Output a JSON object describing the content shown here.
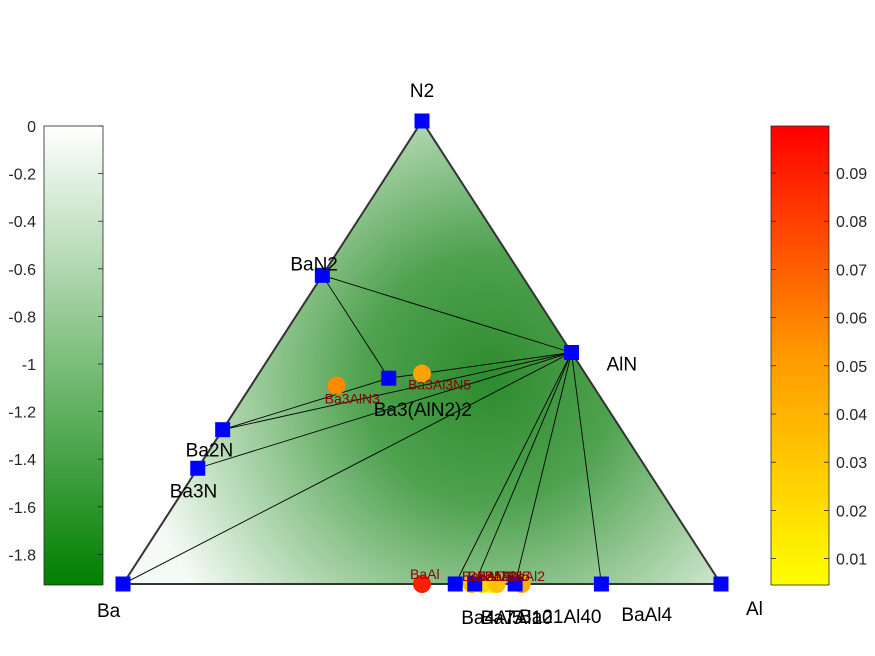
{
  "diagram": {
    "type": "ternary-phase-diagram",
    "corners": [
      "N2",
      "Ba",
      "Al"
    ],
    "energy_colorbar": {
      "ticks": [
        "0",
        "-0.2",
        "-0.4",
        "-0.6",
        "-0.8",
        "-1",
        "-1.2",
        "-1.4",
        "-1.6",
        "-1.8"
      ],
      "colors": {
        "top": "#ffffff",
        "bottom": "#008000"
      }
    },
    "hull_colorbar": {
      "ticks": [
        "0.09",
        "0.08",
        "0.07",
        "0.06",
        "0.05",
        "0.04",
        "0.03",
        "0.02",
        "0.01"
      ],
      "colors": {
        "top": "#ff0000",
        "middle": "#ff9900",
        "bottom": "#ffff00"
      }
    },
    "stable_phases": [
      {
        "label": "N2",
        "composition": {
          "Ba": 0,
          "Al": 0,
          "N": 1
        }
      },
      {
        "label": "BaN2",
        "composition": {
          "Ba": 0.3333,
          "Al": 0,
          "N": 0.6667
        }
      },
      {
        "label": "AlN",
        "composition": {
          "Ba": 0,
          "Al": 0.5,
          "N": 0.5
        }
      },
      {
        "label": "Ba3(AlN2)2",
        "composition": {
          "Ba": 0.3333,
          "Al": 0.2222,
          "N": 0.4444
        }
      },
      {
        "label": "Ba2N",
        "composition": {
          "Ba": 0.6667,
          "Al": 0,
          "N": 0.3333
        }
      },
      {
        "label": "Ba3N",
        "composition": {
          "Ba": 0.75,
          "Al": 0,
          "N": 0.25
        }
      },
      {
        "label": "Ba",
        "composition": {
          "Ba": 1,
          "Al": 0,
          "N": 0
        }
      },
      {
        "label": "Al",
        "composition": {
          "Ba": 0,
          "Al": 1,
          "N": 0
        }
      },
      {
        "label": "BaAl4",
        "composition": {
          "Ba": 0.2,
          "Al": 0.8,
          "N": 0
        }
      },
      {
        "label": "Ba4Al5",
        "composition": {
          "Ba": 0.4444,
          "Al": 0.5556,
          "N": 0
        }
      },
      {
        "label": "Ba7Al10",
        "composition": {
          "Ba": 0.4118,
          "Al": 0.5882,
          "N": 0
        }
      },
      {
        "label": "Ba21Al40",
        "composition": {
          "Ba": 0.3443,
          "Al": 0.6557,
          "N": 0
        }
      }
    ],
    "unstable_phases": [
      {
        "label": "Ba3Al3N5",
        "e_above_hull": 0.045,
        "composition": {
          "Ba": 0.2727,
          "Al": 0.2727,
          "N": 0.4545
        }
      },
      {
        "label": "Ba3AlN3",
        "e_above_hull": 0.055,
        "composition": {
          "Ba": 0.4286,
          "Al": 0.1429,
          "N": 0.4286
        }
      },
      {
        "label": "BaAl",
        "e_above_hull": 0.09,
        "composition": {
          "Ba": 0.5,
          "Al": 0.5,
          "N": 0
        }
      },
      {
        "label": "Ba5Al8",
        "e_above_hull": 0.005,
        "composition": {
          "Ba": 0.3846,
          "Al": 0.6154,
          "N": 0
        }
      },
      {
        "label": "Ba2Al3",
        "e_above_hull": 0.02,
        "composition": {
          "Ba": 0.4,
          "Al": 0.6,
          "N": 0
        }
      },
      {
        "label": "Ba5Al7",
        "e_above_hull": 0.03,
        "composition": {
          "Ba": 0.4167,
          "Al": 0.5833,
          "N": 0
        }
      },
      {
        "label": "Ba3Al5",
        "e_above_hull": 0.03,
        "composition": {
          "Ba": 0.375,
          "Al": 0.625,
          "N": 0
        }
      },
      {
        "label": "BaAl2",
        "e_above_hull": 0.04,
        "composition": {
          "Ba": 0.3333,
          "Al": 0.6667,
          "N": 0
        }
      }
    ],
    "tie_lines": [
      [
        "BaN2",
        "AlN"
      ],
      [
        "BaN2",
        "Ba3(AlN2)2"
      ],
      [
        "BaN2",
        "Ba2N"
      ],
      [
        "Ba3(AlN2)2",
        "AlN"
      ],
      [
        "Ba2N",
        "Ba3(AlN2)2"
      ],
      [
        "Ba2N",
        "AlN"
      ],
      [
        "Ba3N",
        "AlN"
      ],
      [
        "Ba",
        "AlN"
      ],
      [
        "Ba4Al5",
        "AlN"
      ],
      [
        "Ba7Al10",
        "AlN"
      ],
      [
        "Ba21Al40",
        "AlN"
      ],
      [
        "BaAl4",
        "AlN"
      ]
    ]
  }
}
